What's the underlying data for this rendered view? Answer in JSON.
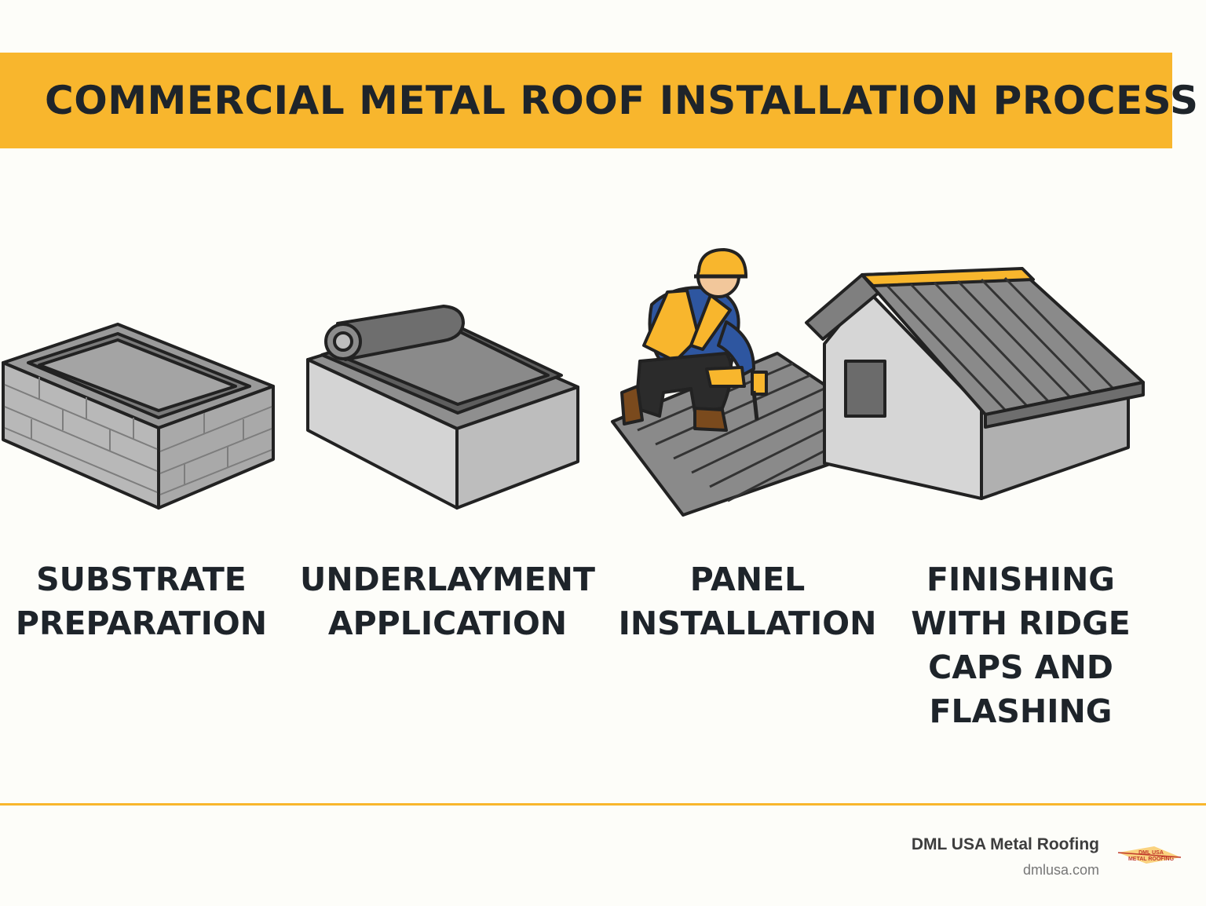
{
  "title": "COMMERCIAL METAL ROOF INSTALLATION PROCESS",
  "steps": [
    {
      "label": "SUBSTRATE\nPREPARATION",
      "icon": "brick-base-icon"
    },
    {
      "label": "UNDERLAYMENT\nAPPLICATION",
      "icon": "underlayment-roll-icon"
    },
    {
      "label": "PANEL\nINSTALLATION",
      "icon": "roofer-installing-panels-icon"
    },
    {
      "label": "FINISHING\nWITH RIDGE\nCAPS AND\nFLASHING",
      "icon": "house-ridge-cap-icon"
    }
  ],
  "footer": {
    "brand": "DML USA Metal Roofing",
    "url": "dmlusa.com",
    "logo_text": "DML USA\nMETAL ROOFING"
  },
  "colors": {
    "accent": "#f8b62d",
    "text": "#1e242a",
    "background": "#fdfdf9"
  }
}
